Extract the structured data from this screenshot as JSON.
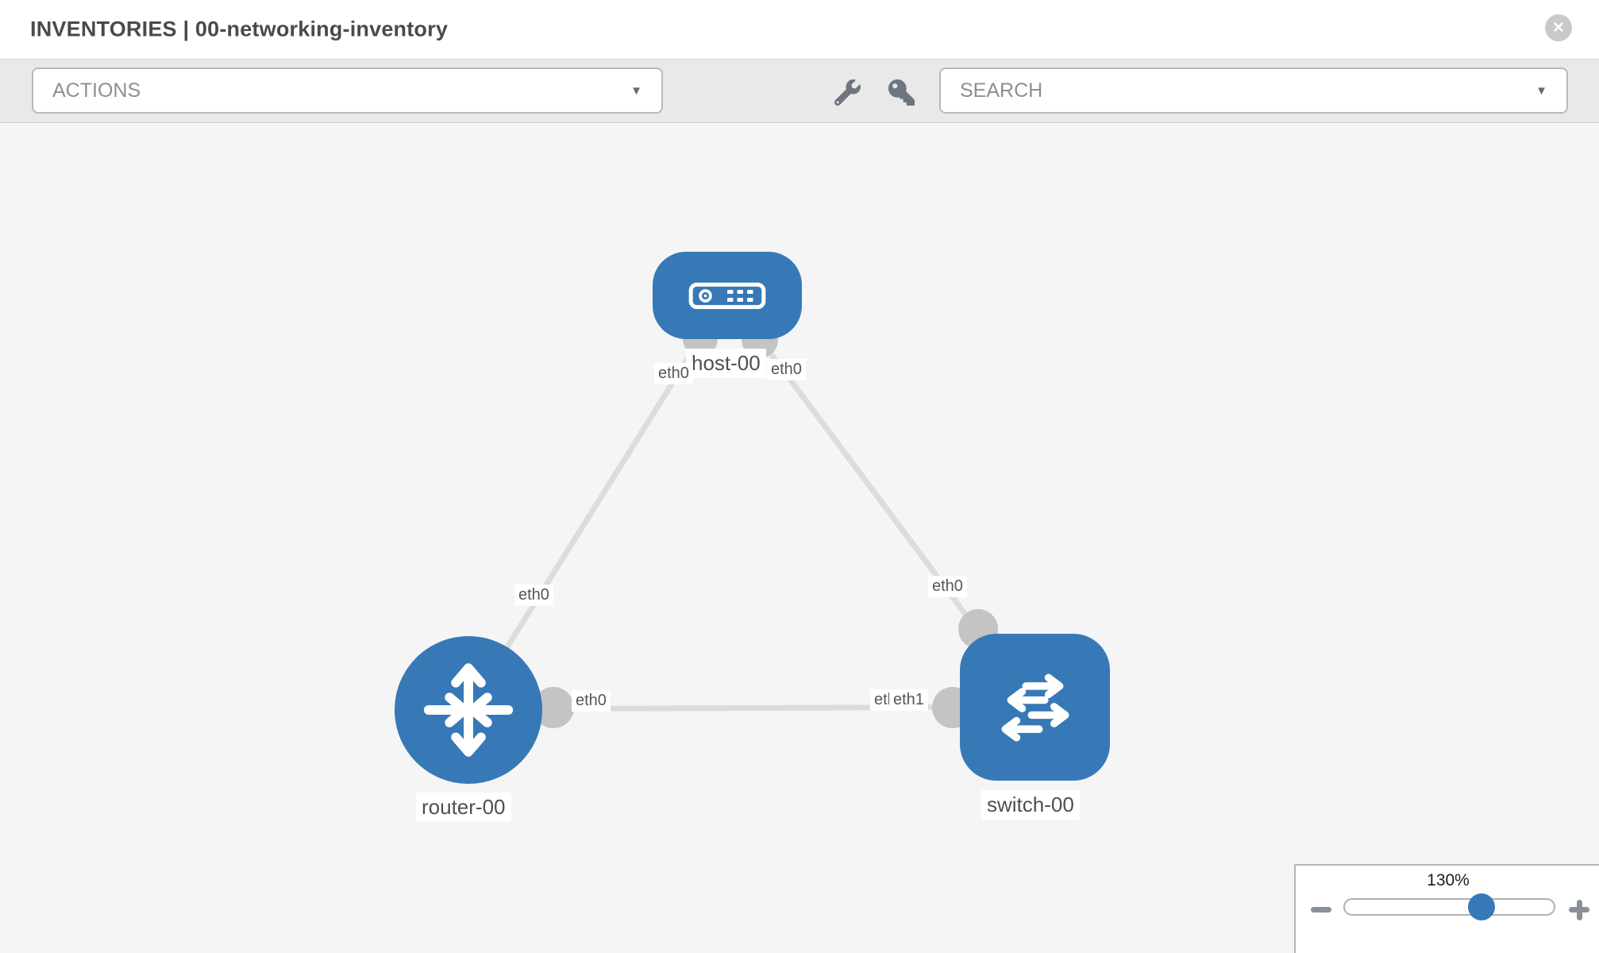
{
  "header": {
    "title": "INVENTORIES | 00-networking-inventory",
    "close_icon": "✕"
  },
  "toolbar": {
    "actions_label": "ACTIONS",
    "search_label": "SEARCH",
    "caret_icon": "▼",
    "icons": [
      "wrench-icon",
      "key-icon"
    ]
  },
  "canvas": {
    "nodes": [
      {
        "label": "host-00",
        "type": "host"
      },
      {
        "label": "router-00",
        "type": "router"
      },
      {
        "label": "switch-00",
        "type": "switch"
      }
    ],
    "links": [
      {
        "from": "host-00",
        "from_if": "eth0",
        "to": "router-00",
        "to_if": "eth0"
      },
      {
        "from": "host-00",
        "from_if": "eth0",
        "to": "switch-00",
        "to_if": "eth0"
      },
      {
        "from": "router-00",
        "from_if": "eth0",
        "to": "switch-00",
        "to_if": "eth1",
        "occluded_if": "eth0"
      }
    ]
  },
  "zoom_control": {
    "level": "130%",
    "icons": [
      "minus-icon",
      "plus-icon"
    ]
  },
  "colors": {
    "node_blue": "#3779b6",
    "link_gray": "#dcdcdc",
    "connector_gray": "#c4c4c4",
    "canvas_bg": "#f5f5f5",
    "toolbar_bg": "#e9e9e9"
  }
}
